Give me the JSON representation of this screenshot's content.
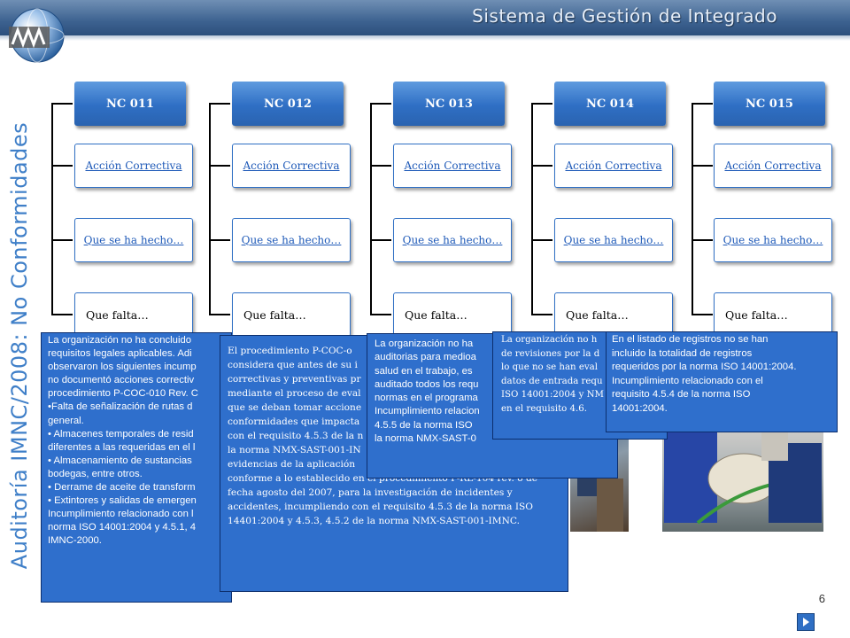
{
  "header": {
    "app_title": "Sistema de Gestión de Integrado",
    "side_title": "Auditoría IMNC/2008: No Conformidades"
  },
  "columns": [
    {
      "code": "NC 011",
      "corrective_link": "Acción Correctiva",
      "done_link": "Que se ha hecho…",
      "missing_label": "Que falta…"
    },
    {
      "code": "NC 012",
      "corrective_link": "Acción Correctiva",
      "done_link": "Que se ha hecho…",
      "missing_label": "Que falta…"
    },
    {
      "code": "NC 013",
      "corrective_link": "Acción Correctiva",
      "done_link": "Que se ha hecho…",
      "missing_label": "Que falta…"
    },
    {
      "code": "NC 014",
      "corrective_link": "Acción Correctiva",
      "done_link": "Que se ha hecho…",
      "missing_label": "Que falta…"
    },
    {
      "code": "NC 015",
      "corrective_link": "Acción Correctiva",
      "done_link": "Que se ha hecho…",
      "missing_label": "Que falta…"
    }
  ],
  "callouts": [
    {
      "lines": [
        "La organización no ha concluido",
        "requisitos legales aplicables. Adi",
        "observaron los siguientes incump",
        "no documentó acciones correctiv",
        "procedimiento P-COC-010 Rev. C",
        "•Falta de señalización de rutas d",
        "general.",
        "• Almacenes temporales de resid",
        "diferentes a las requeridas en el l",
        "• Almacenamiento de sustancias",
        "bodegas, entre otros.",
        "• Derrame de aceite de transform",
        "• Extintores y salidas de emergen",
        "Incumplimiento relacionado con l",
        "norma ISO 14001:2004 y 4.5.1, 4",
        "IMNC-2000."
      ]
    },
    {
      "lines": [
        "El procedimiento P-COC-o",
        "considera que antes de su i",
        "correctivas y preventivas pr",
        "mediante el proceso de eval",
        "que se deban tomar accione",
        "conformidades que impacta",
        "con el requisito 4.5.3 de la n",
        "la norma NMX-SAST-001-IN",
        "evidencias de la aplicación",
        "conforme a lo establecido en el procedimiento P-RL-104 rev. o de",
        "fecha agosto del 2007, para la investigación de incidentes y",
        "accidentes, incumpliendo con el requisito 4.5.3 de la norma ISO",
        "14401:2004 y 4.5.3, 4.5.2 de la norma NMX-SAST-001-IMNC."
      ]
    },
    {
      "lines": [
        "La organización no ha",
        "auditorias para medioa",
        "salud en el trabajo, es",
        "auditado todos los requ",
        "normas en el programa",
        "Incumplimiento relacion",
        "4.5.5 de la norma ISO",
        "la norma NMX-SAST-0"
      ]
    },
    {
      "lines": [
        "La organización no h",
        "de revisiones por la d",
        "lo que no se han eval",
        "datos de entrada requ",
        "ISO 14001:2004 y NM",
        "en el requisito 4.6."
      ]
    },
    {
      "lines": [
        "En el listado de registros no se han",
        "incluido la totalidad de registros",
        "requeridos por la norma ISO 14001:2004.",
        "Incumplimiento relacionado con el",
        "requisito 4.5.4 de la norma ISO",
        "14001:2004."
      ]
    }
  ],
  "footer": {
    "page_number": "6"
  },
  "icons": {
    "logo": "globe-logo-icon",
    "nav": "next-slide-icon"
  },
  "colors": {
    "accent": "#2f6fc4",
    "title_blue": "#3f7fc8",
    "callout": "#2f6fcc"
  }
}
